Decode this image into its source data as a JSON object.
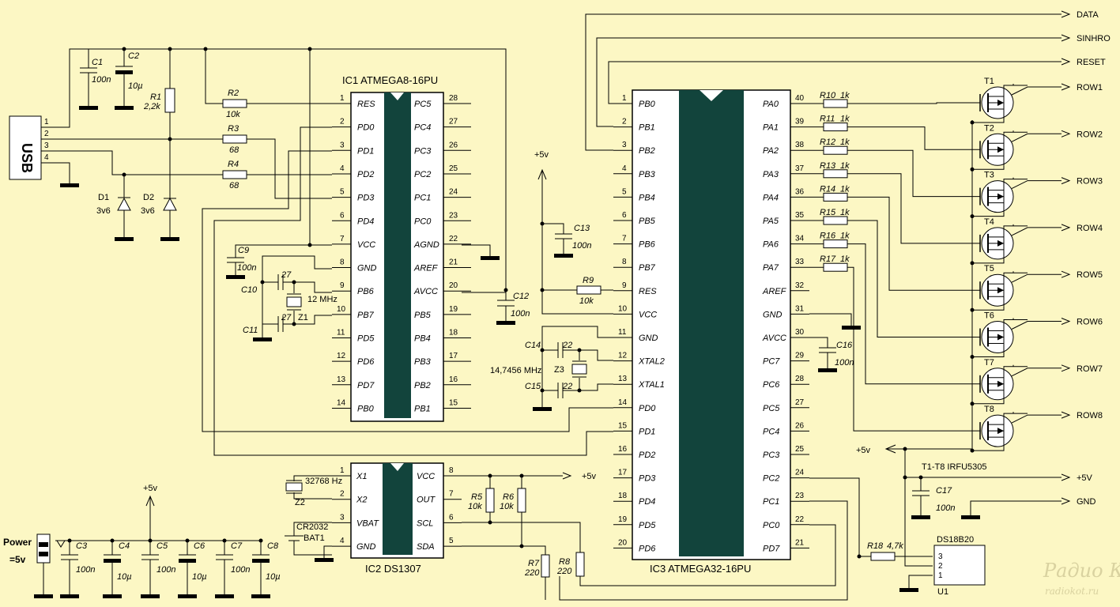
{
  "ic1": {
    "title": "IC1  ATMEGA8-16PU",
    "left_pins": [
      {
        "n": "1",
        "name": "RES"
      },
      {
        "n": "2",
        "name": "PD0"
      },
      {
        "n": "3",
        "name": "PD1"
      },
      {
        "n": "4",
        "name": "PD2"
      },
      {
        "n": "5",
        "name": "PD3"
      },
      {
        "n": "6",
        "name": "PD4"
      },
      {
        "n": "7",
        "name": "VCC"
      },
      {
        "n": "8",
        "name": "GND"
      },
      {
        "n": "9",
        "name": "PB6"
      },
      {
        "n": "10",
        "name": "PB7"
      },
      {
        "n": "11",
        "name": "PD5"
      },
      {
        "n": "12",
        "name": "PD6"
      },
      {
        "n": "13",
        "name": "PD7"
      },
      {
        "n": "14",
        "name": "PB0"
      }
    ],
    "right_pins": [
      {
        "n": "28",
        "name": "PC5"
      },
      {
        "n": "27",
        "name": "PC4"
      },
      {
        "n": "26",
        "name": "PC3"
      },
      {
        "n": "25",
        "name": "PC2"
      },
      {
        "n": "24",
        "name": "PC1"
      },
      {
        "n": "23",
        "name": "PC0"
      },
      {
        "n": "22",
        "name": "AGND"
      },
      {
        "n": "21",
        "name": "AREF"
      },
      {
        "n": "20",
        "name": "AVCC"
      },
      {
        "n": "19",
        "name": "PB5"
      },
      {
        "n": "18",
        "name": "PB4"
      },
      {
        "n": "17",
        "name": "PB3"
      },
      {
        "n": "16",
        "name": "PB2"
      },
      {
        "n": "15",
        "name": "PB1"
      }
    ]
  },
  "ic2": {
    "title": "IC2  DS1307",
    "left_pins": [
      {
        "n": "1",
        "name": "X1"
      },
      {
        "n": "2",
        "name": "X2"
      },
      {
        "n": "3",
        "name": "VBAT"
      },
      {
        "n": "4",
        "name": "GND"
      }
    ],
    "right_pins": [
      {
        "n": "8",
        "name": "VCC"
      },
      {
        "n": "7",
        "name": "OUT"
      },
      {
        "n": "6",
        "name": "SCL"
      },
      {
        "n": "5",
        "name": "SDA"
      }
    ]
  },
  "ic3": {
    "title": "IC3  ATMEGA32-16PU",
    "left_pins": [
      {
        "n": "1",
        "name": "PB0"
      },
      {
        "n": "2",
        "name": "PB1"
      },
      {
        "n": "3",
        "name": "PB2"
      },
      {
        "n": "4",
        "name": "PB3"
      },
      {
        "n": "5",
        "name": "PB4"
      },
      {
        "n": "6",
        "name": "PB5"
      },
      {
        "n": "7",
        "name": "PB6"
      },
      {
        "n": "8",
        "name": "PB7"
      },
      {
        "n": "9",
        "name": "RES"
      },
      {
        "n": "10",
        "name": "VCC"
      },
      {
        "n": "11",
        "name": "GND"
      },
      {
        "n": "12",
        "name": "XTAL2"
      },
      {
        "n": "13",
        "name": "XTAL1"
      },
      {
        "n": "14",
        "name": "PD0"
      },
      {
        "n": "15",
        "name": "PD1"
      },
      {
        "n": "16",
        "name": "PD2"
      },
      {
        "n": "17",
        "name": "PD3"
      },
      {
        "n": "18",
        "name": "PD4"
      },
      {
        "n": "19",
        "name": "PD5"
      },
      {
        "n": "20",
        "name": "PD6"
      }
    ],
    "right_pins": [
      {
        "n": "40",
        "name": "PA0"
      },
      {
        "n": "39",
        "name": "PA1"
      },
      {
        "n": "38",
        "name": "PA2"
      },
      {
        "n": "37",
        "name": "PA3"
      },
      {
        "n": "36",
        "name": "PA4"
      },
      {
        "n": "35",
        "name": "PA5"
      },
      {
        "n": "34",
        "name": "PA6"
      },
      {
        "n": "33",
        "name": "PA7"
      },
      {
        "n": "32",
        "name": "AREF"
      },
      {
        "n": "31",
        "name": "GND"
      },
      {
        "n": "30",
        "name": "AVCC"
      },
      {
        "n": "29",
        "name": "PC7"
      },
      {
        "n": "28",
        "name": "PC6"
      },
      {
        "n": "27",
        "name": "PC5"
      },
      {
        "n": "26",
        "name": "PC4"
      },
      {
        "n": "25",
        "name": "PC3"
      },
      {
        "n": "24",
        "name": "PC2"
      },
      {
        "n": "23",
        "name": "PC1"
      },
      {
        "n": "22",
        "name": "PC0"
      },
      {
        "n": "21",
        "name": "PD7"
      }
    ]
  },
  "usb": {
    "label": "USB",
    "pins": [
      "1",
      "2",
      "3",
      "4"
    ]
  },
  "top_signals": [
    "DATA",
    "SINHRO",
    "RESET"
  ],
  "rows": [
    "ROW1",
    "ROW2",
    "ROW3",
    "ROW4",
    "ROW5",
    "ROW6",
    "ROW7",
    "ROW8"
  ],
  "transistors": [
    "T1",
    "T2",
    "T3",
    "T4",
    "T5",
    "T6",
    "T7",
    "T8"
  ],
  "row_resistors": [
    {
      "ref": "R10",
      "val": "1k"
    },
    {
      "ref": "R11",
      "val": "1k"
    },
    {
      "ref": "R12",
      "val": "1k"
    },
    {
      "ref": "R13",
      "val": "1k"
    },
    {
      "ref": "R14",
      "val": "1k"
    },
    {
      "ref": "R15",
      "val": "1k"
    },
    {
      "ref": "R16",
      "val": "1k"
    },
    {
      "ref": "R17",
      "val": "1k"
    }
  ],
  "transistor_note": "T1-T8    IRFU5305",
  "rails": {
    "plus5_a": "+5v",
    "plus5_b": "+5v",
    "plus5_c": "+5V",
    "plus5_d": "+5v",
    "plus5_e": "+5v",
    "gnd": "GND",
    "plus5v_left": "+5v"
  },
  "parts": {
    "c1": "C1",
    "c1v": "100n",
    "c2": "C2",
    "c2v": "10µ",
    "r1": "R1",
    "r1v": "2,2k",
    "r2": "R2",
    "r2v": "10k",
    "r3": "R3",
    "r3v": "68",
    "r4": "R4",
    "r4v": "68",
    "d1": "D1",
    "d1v": "3v6",
    "d2": "D2",
    "d2v": "3v6",
    "c9": "C9",
    "c9v": "100n",
    "c10": "C10",
    "c10v": "27",
    "c11": "C11",
    "c11v": "27",
    "z1": "Z1",
    "z1f": "12 MHz",
    "c12": "C12",
    "c12v": "100n",
    "c13": "C13",
    "c13v": "100n",
    "r9": "R9",
    "r9v": "10k",
    "c14": "C14",
    "c14v": "22",
    "c15": "C15",
    "c15v": "22",
    "z3": "Z3",
    "z3f": "14,7456 MHz",
    "c16": "C16",
    "c16v": "100n",
    "c17": "C17",
    "c17v": "100n",
    "z2": "Z2",
    "z2f": "32768 Hz",
    "bat": "CR2032",
    "batref": "BAT1",
    "r5": "R5",
    "r5v": "10k",
    "r6": "R6",
    "r6v": "10k",
    "r7": "R7",
    "r7v": "220",
    "r8": "R8",
    "r8v": "220",
    "r18": "R18",
    "r18v": "4,7k",
    "ds": "DS18B20",
    "u1": "U1",
    "ds_pins": [
      "3",
      "2",
      "1"
    ],
    "power": "Power",
    "power_v": "=5v",
    "c3": "C3",
    "c3v": "100n",
    "c4": "C4",
    "c4v": "10µ",
    "c5": "C5",
    "c5v": "100n",
    "c6": "C6",
    "c6v": "10µ",
    "c7": "C7",
    "c7v": "100n",
    "c8": "C8",
    "c8v": "10µ"
  },
  "watermark": {
    "line1": "Радио КОТ",
    "line2": "radiokot.ru"
  }
}
